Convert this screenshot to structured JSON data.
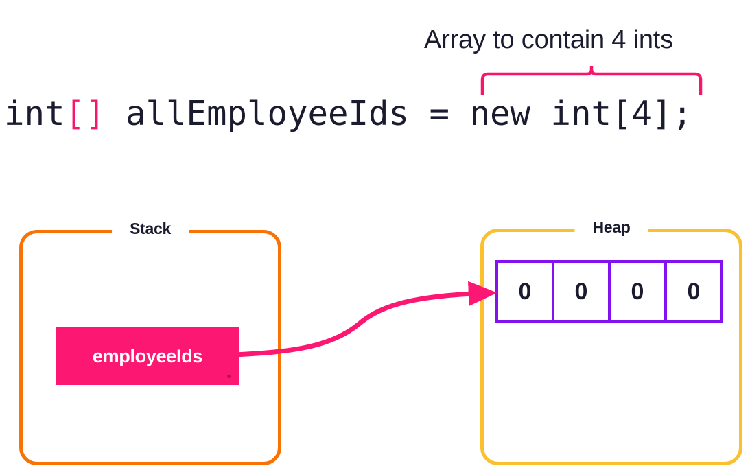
{
  "annotation": {
    "title": "Array to contain 4 ints",
    "brace_color": "#f8156c"
  },
  "code": {
    "segments": [
      {
        "text": "int",
        "kind": "type"
      },
      {
        "text": "[]",
        "kind": "bracket"
      },
      {
        "text": " allEmployeeIds = new int[4];",
        "kind": "plain"
      }
    ],
    "full_text": "int[] allEmployeeIds = new int[4];",
    "type_color": "#1b1b2f",
    "bracket_color": "#f8156c"
  },
  "memory": {
    "stack": {
      "label": "Stack",
      "border_color": "#f97206",
      "variable": {
        "name": "employeeIds",
        "background_color": "#fc1872",
        "text_color": "#ffffff"
      }
    },
    "heap": {
      "label": "Heap",
      "border_color": "#fbc02d",
      "array": {
        "border_color": "#8212ef",
        "length": 4,
        "cells": [
          {
            "index": 0,
            "value": "0"
          },
          {
            "index": 1,
            "value": "0"
          },
          {
            "index": 2,
            "value": "0"
          },
          {
            "index": 3,
            "value": "0"
          }
        ]
      }
    },
    "reference_arrow": {
      "color": "#fc1872",
      "from": "employeeIds",
      "to": "array"
    }
  }
}
